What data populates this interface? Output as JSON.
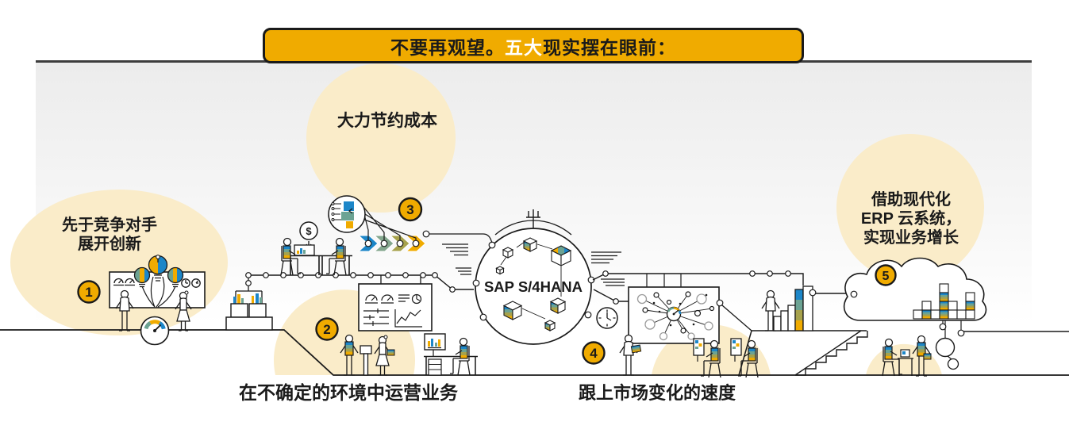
{
  "banner": {
    "prefix": "不要再观望。",
    "highlight": "五大",
    "suffix": "现实摆在眼前："
  },
  "hub": {
    "label": "SAP S/4HANA"
  },
  "realities": [
    {
      "number": "1",
      "lines": [
        "先于竞争对手",
        "展开创新"
      ]
    },
    {
      "number": "2",
      "lines": [
        "在不确定的环境中运营业务"
      ]
    },
    {
      "number": "3",
      "lines": [
        "大力节约成本"
      ]
    },
    {
      "number": "4",
      "lines": [
        "跟上市场变化的速度"
      ]
    },
    {
      "number": "5",
      "lines": [
        "借助现代化",
        "ERP 云系统，",
        "实现业务增长"
      ]
    }
  ],
  "icons": {
    "dollar-sign": "$"
  },
  "colors": {
    "accent_gold": "#f0ab00",
    "blue": "#1c86c8",
    "teal": "#6ca393",
    "olive": "#a7a24c",
    "cream": "#faecc9",
    "line": "#1a1a1a"
  }
}
